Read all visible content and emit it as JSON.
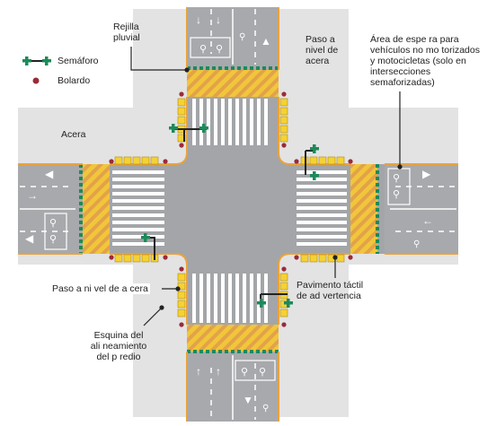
{
  "legend": {
    "traffic_light": "Semáforo",
    "bollard": "Bolardo"
  },
  "labels": {
    "rejilla": "Rejilla\npluvial",
    "paso_nivel_acera": "Paso a\nnivel de\nacera",
    "area_espera": "Área de espe ra para\nvehículos no mo torizados\ny motocicletas (solo en\nintersecciones\nsemaforizadas)",
    "acera": "Acera",
    "paso_nivel_cera": "Paso a ni vel de a cera",
    "pavimento_tactil": "Pavimento táctil\nde ad vertencia",
    "esquina": "Esquina del\nali neamiento\ndel p redio"
  },
  "colors": {
    "road": "#a7a9ac",
    "road_light": "#b4b6b9",
    "sidewalk": "#e3e3e4",
    "intersection": "#a3a5a8",
    "crosswalk": "#ffffff",
    "tactile": "#f4d234",
    "hatch_yellow": "#f1c63a",
    "hatch_orange": "#e2a24a",
    "curb_orange": "#e8a33d",
    "green": "#1c8a5a",
    "bollard": "#9a2b37",
    "signal_black": "#222222",
    "leader": "#222222"
  }
}
